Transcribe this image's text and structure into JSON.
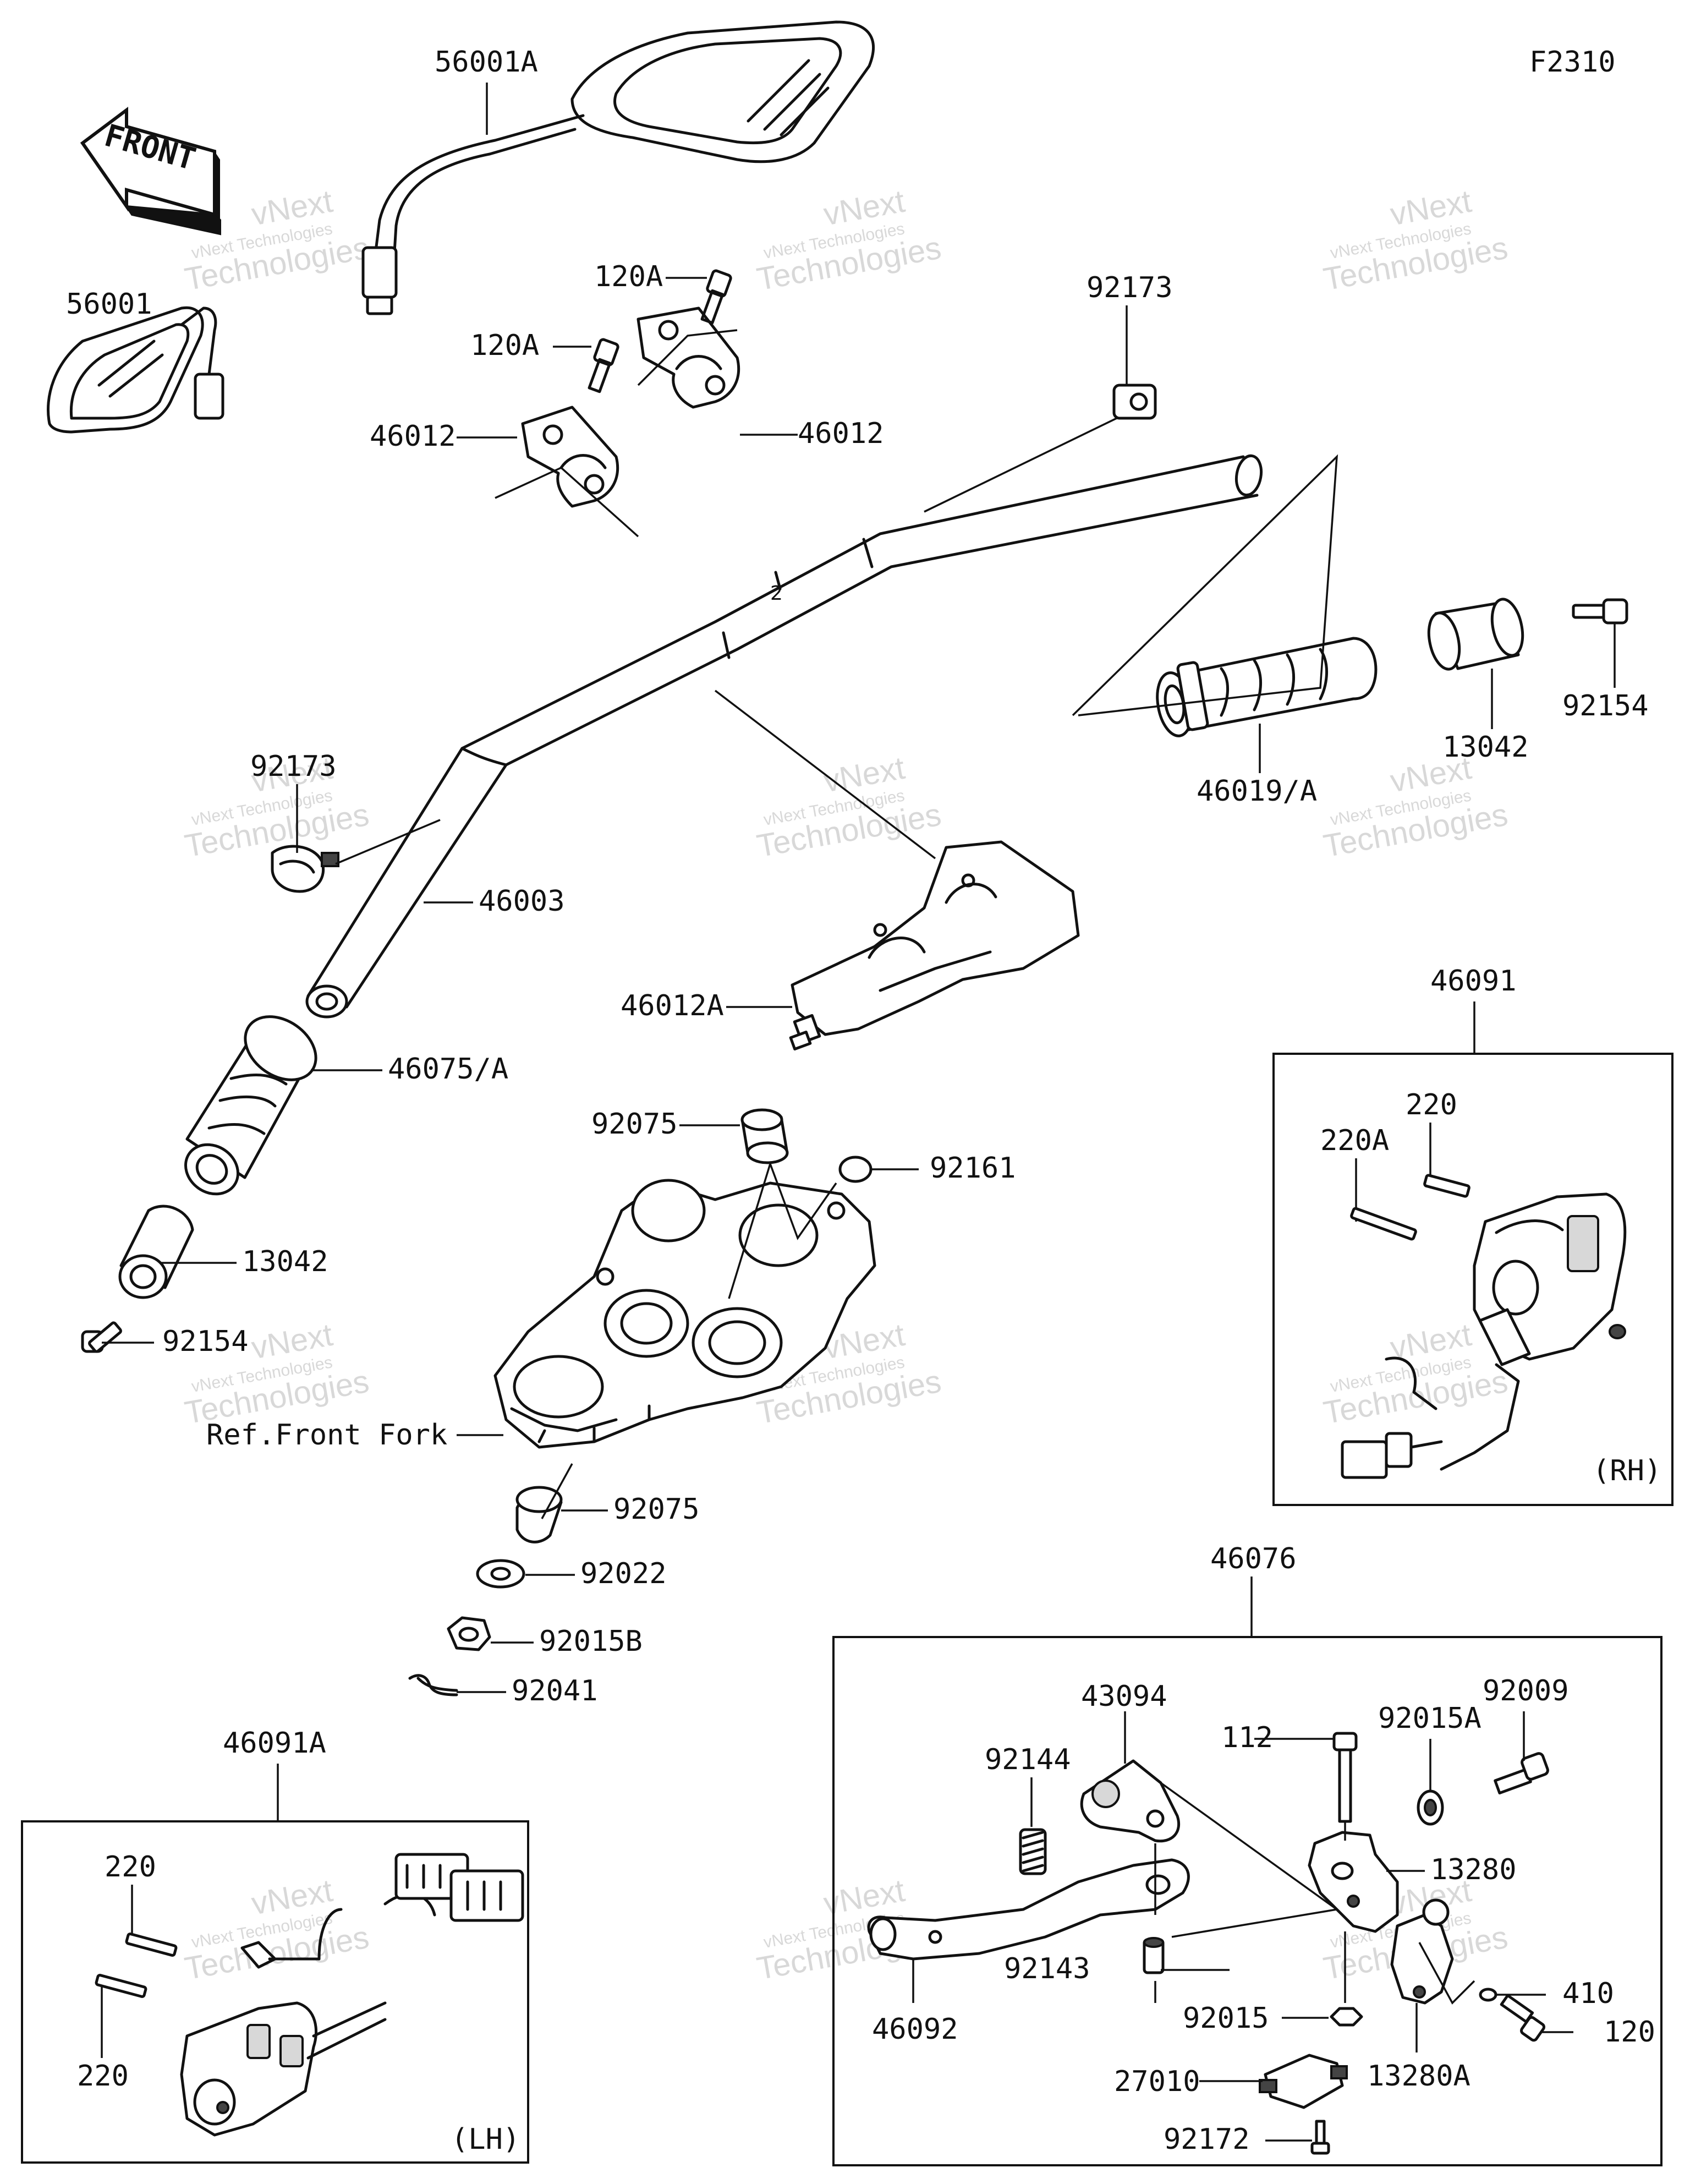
{
  "figure_code": "F2310",
  "watermark": {
    "line1": "vNext",
    "line2": "vNext Technologies",
    "line3": "Technologies"
  },
  "front_arrow_text": "FRONT",
  "ref_text": "Ref.Front Fork",
  "parts": {
    "mirror_right": "56001A",
    "mirror_left": "56001",
    "bolt_top1": "120A",
    "bolt_top2": "120A",
    "holder_left": "46012",
    "holder_right": "46012",
    "clamp_right": "92173",
    "clamp_left": "92173",
    "handlebar": "46003",
    "grip_right": "46019/A",
    "weight_right": "13042",
    "screw_right": "92154",
    "holder_lower": "46012A",
    "grip_left": "46075/A",
    "damper_upper": "92075",
    "cap": "92161",
    "weight_left": "13042",
    "screw_left": "92154",
    "damper_lower": "92075",
    "washer": "92022",
    "nut": "92015B",
    "pin": "92041"
  },
  "switch_rh": {
    "part_no": "46091",
    "side_label": "(RH)",
    "screw_a": "220",
    "screw_b": "220A"
  },
  "switch_lh": {
    "part_no": "46091A",
    "side_label": "(LH)",
    "screw_a": "220",
    "screw_b": "220"
  },
  "lever_assy": {
    "part_no": "46076",
    "holder": "43094",
    "spring": "92144",
    "bolt": "112",
    "nut_a": "92015A",
    "bolt_b": "92009",
    "bracket": "13280",
    "bracket_a": "13280A",
    "collar": "92143",
    "lever": "46092",
    "nut": "92015",
    "washer": "410",
    "screw": "120",
    "switch": "27010",
    "screw_switch": "92172"
  }
}
